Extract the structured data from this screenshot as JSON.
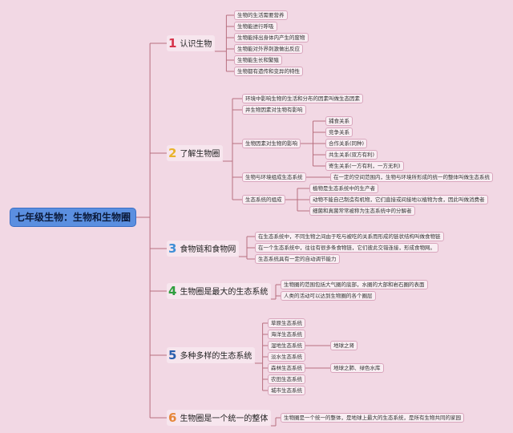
{
  "root": "七年级生物：生物和生物圈",
  "colors": {
    "line": "#b8707f",
    "root_bg": "#5b8fe0",
    "background": "#f2d8e4"
  },
  "branches": [
    {
      "num": "1",
      "label": "认识生物",
      "color": "#d6334a"
    },
    {
      "num": "2",
      "label": "了解生物圈",
      "color": "#e9b32c"
    },
    {
      "num": "3",
      "label": "食物链和食物网",
      "color": "#3f8fd6"
    },
    {
      "num": "4",
      "label": "生物圈是最大的生态系统",
      "color": "#2f9e3e"
    },
    {
      "num": "5",
      "label": "多种多样的生态系统",
      "color": "#2b5fae"
    },
    {
      "num": "6",
      "label": "生物圈是一个统一的整体",
      "color": "#e6873a"
    }
  ],
  "b1": [
    "生物的生活需要营养",
    "生物能进行呼吸",
    "生物能排出身体内产生的废物",
    "生物能对外界刺激做出反应",
    "生物能生长和繁殖",
    "生物都有遗传和变异的特性"
  ],
  "b2": {
    "a": "环境中影响生物的生活和分布的因素叫做生态因素",
    "b": "并生物因素对生物有影响",
    "c": "生物因素对生物的影响",
    "c_items": [
      "捕食关系",
      "竞争关系",
      "合作关系(同种)",
      "共生关系(双方有利)",
      "寄生关系(一方有利，一方无利)"
    ],
    "d": "生物与环境组成生态系统",
    "d_desc": "在一定的空间范围内，生物与环境所形成的统一的整体叫做生态系统",
    "e": "生态系统的组成",
    "e_items": [
      "植物是生态系统中的生产者",
      "动物不能自己制造有机物，它们直接或间接地以植物为食，因此叫做消费者",
      "细菌和真菌常常被称为生态系统中的分解者"
    ]
  },
  "b3": [
    "在生态系统中，不同生物之间由于吃与被吃的关系而形成的链状结构叫做食物链",
    "在一个生态系统中，往往有很多条食物链，它们彼此交错连接，形成食物网。",
    "生态系统具有一定的自动调节能力"
  ],
  "b4": [
    "生物圈的范围包括大气圈的底部，水圈的大部和岩石圈的表面",
    "人类的活动可以达到生物圈的各个圈层"
  ],
  "b5": {
    "items": [
      "草原生态系统",
      "海洋生态系统",
      "湿地生态系统",
      "淡水生态系统",
      "森林生态系统",
      "农田生态系统",
      "城市生态系统"
    ],
    "wetland_note": "地球之肾",
    "forest_note": "地球之肺、绿色水库"
  },
  "b6": [
    "生物圈是一个统一的整体，是地球上最大的生态系统，是所有生物共同的家园"
  ]
}
